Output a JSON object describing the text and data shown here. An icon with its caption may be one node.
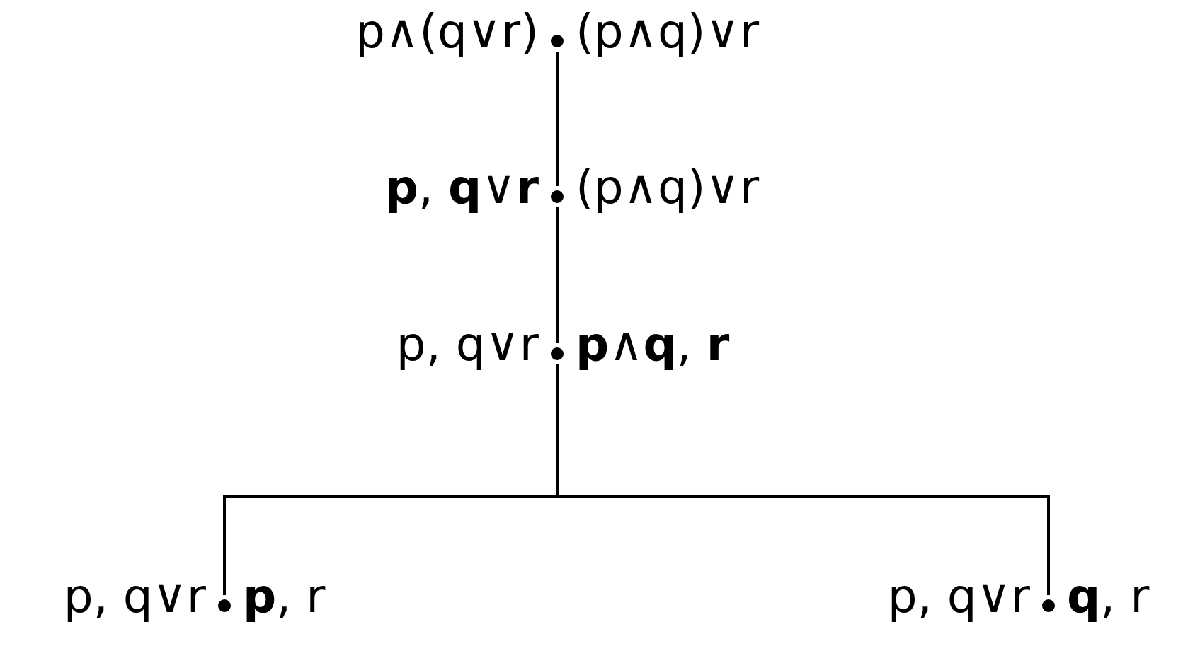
{
  "diagram": {
    "nodes": [
      {
        "text": [],
        "shape": "circle",
        "beside": [
          "p∧(q∨r)",
          "(p∧q)∨r"
        ]
      },
      {
        "text": [],
        "shape": "circle",
        "beside": [
          "**p**, **q**∨**r**",
          "(p∧q)∨r"
        ]
      },
      {
        "text": [],
        "shape": "circle",
        "beside": [
          "p, q∨r",
          "**p**∧**q**, **r**"
        ]
      },
      {
        "text": [],
        "shape": "circle",
        "beside": [
          "p, q∨r",
          "**p**, r"
        ]
      },
      {
        "text": [],
        "shape": "circle",
        "beside": [
          "p, q∨r",
          "**q**, r"
        ]
      }
    ],
    "edges": [
      {
        "from": 0,
        "to": 1,
        "arrow": "none"
      },
      {
        "from": 1,
        "to": 2,
        "arrow": "none"
      },
      {
        "from": 2,
        "to": 3,
        "arrow": "none"
      },
      {
        "from": 2,
        "to": 4,
        "arrow": "none"
      }
    ]
  }
}
